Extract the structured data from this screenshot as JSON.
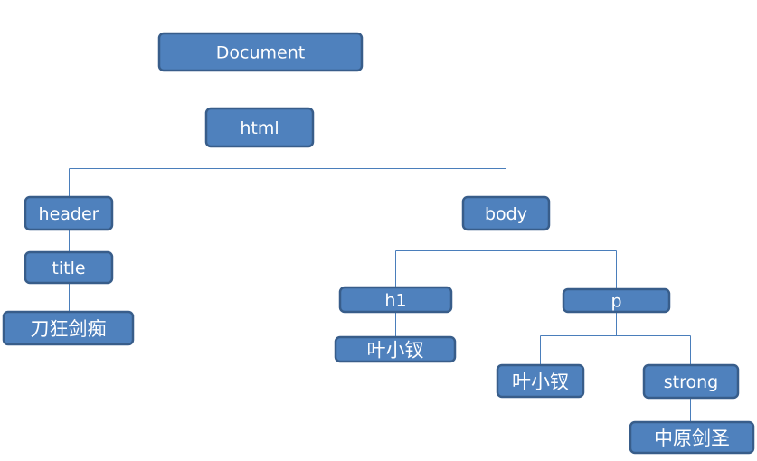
{
  "colors": {
    "node_fill": "#4f81bd",
    "node_border": "#385d8a",
    "connector": "#4a7ebb",
    "text": "#ffffff"
  },
  "nodes": {
    "document": "Document",
    "html": "html",
    "header": "header",
    "title": "title",
    "title_text": "刀狂剑痴",
    "body": "body",
    "h1": "h1",
    "h1_text": "叶小钗",
    "p": "p",
    "p_text": "叶小钗",
    "strong": "strong",
    "strong_text": "中原剑圣"
  }
}
